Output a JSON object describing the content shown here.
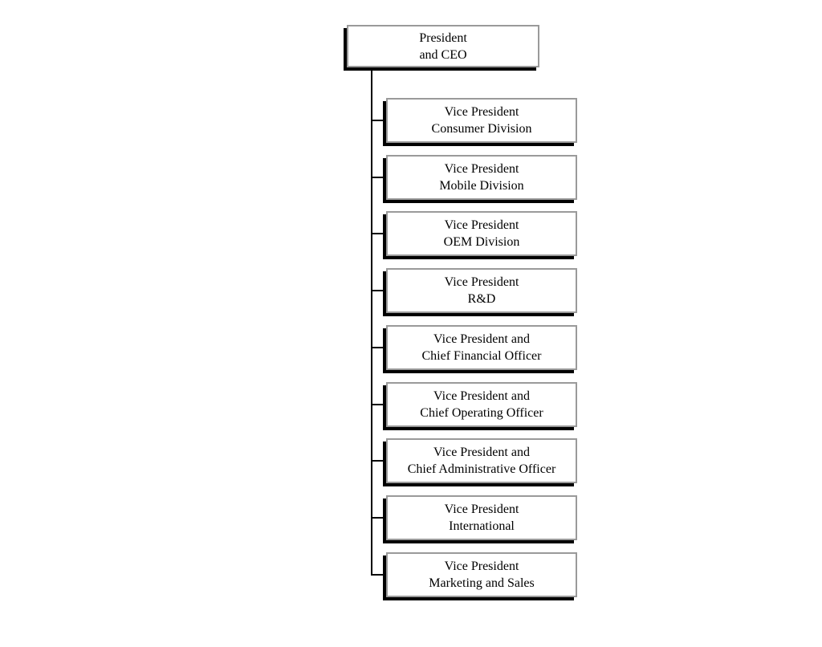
{
  "colors": {
    "page_bg": "#ffffff",
    "box_fill": "#ffffff",
    "box_border": "#9a9a9a",
    "shadow": "#000000",
    "line": "#000000",
    "text": "#000000"
  },
  "org_chart": {
    "root": {
      "line1": "President",
      "line2": "and CEO"
    },
    "children": [
      {
        "line1": "Vice President",
        "line2": "Consumer Division"
      },
      {
        "line1": "Vice President",
        "line2": "Mobile Division"
      },
      {
        "line1": "Vice President",
        "line2": "OEM Division"
      },
      {
        "line1": "Vice President",
        "line2": "R&D"
      },
      {
        "line1": "Vice President and",
        "line2": "Chief Financial Officer"
      },
      {
        "line1": "Vice President and",
        "line2": "Chief Operating Officer"
      },
      {
        "line1": "Vice President and",
        "line2": "Chief Administrative Officer"
      },
      {
        "line1": "Vice President",
        "line2": "International"
      },
      {
        "line1": "Vice President",
        "line2": "Marketing and Sales"
      }
    ]
  }
}
